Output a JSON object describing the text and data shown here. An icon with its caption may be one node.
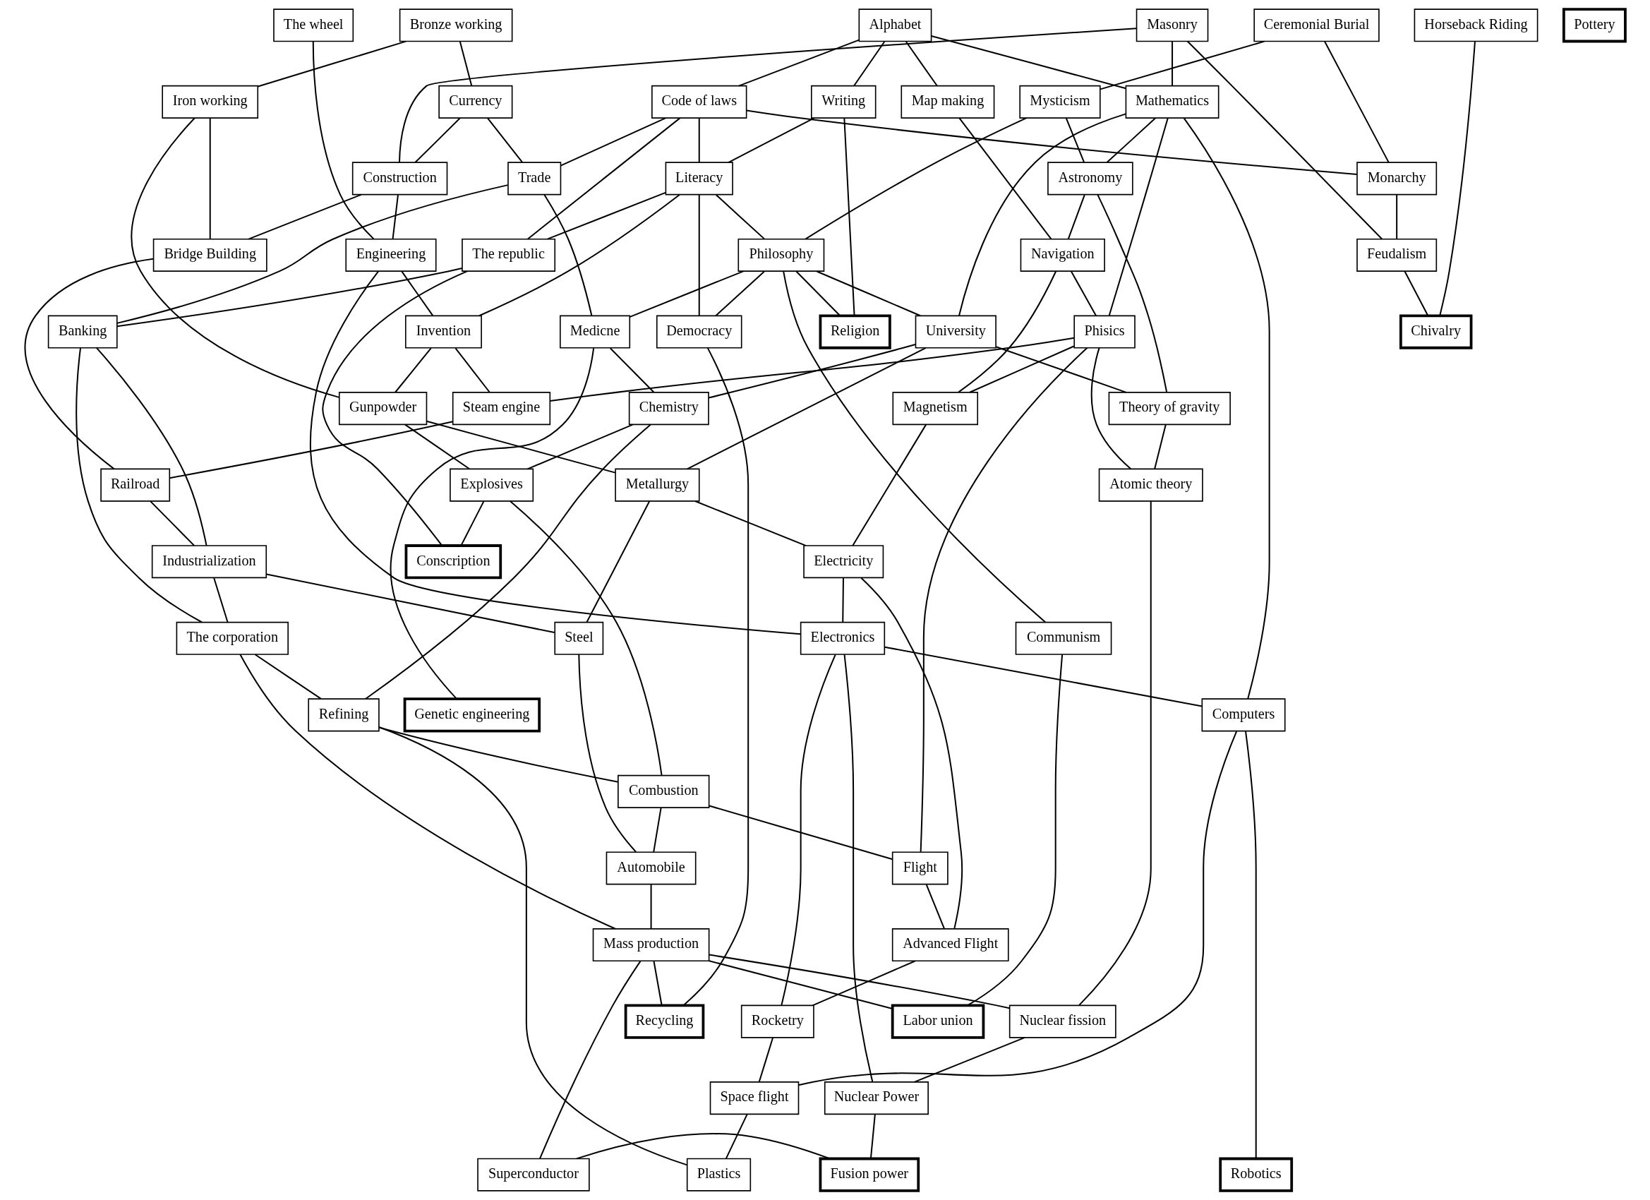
{
  "diagram": {
    "nodes": [
      {
        "text": [
          "The wheel"
        ]
      },
      {
        "text": [
          "Bronze working"
        ]
      },
      {
        "text": [
          "Horseback Riding"
        ]
      },
      {
        "text": [
          "Masonry"
        ]
      },
      {
        "text": [
          "Alphabet"
        ]
      },
      {
        "text": [
          "Ceremonial Burial"
        ]
      },
      {
        "text": [
          "Pottery"
        ]
      },
      {
        "text": [
          "Iron working"
        ]
      },
      {
        "text": [
          "Currency"
        ]
      },
      {
        "text": [
          "Mathematics"
        ]
      },
      {
        "text": [
          "Map making"
        ]
      },
      {
        "text": [
          "Code of laws"
        ]
      },
      {
        "text": [
          "Writing"
        ]
      },
      {
        "text": [
          "Mysticism"
        ]
      },
      {
        "text": [
          "Construction"
        ]
      },
      {
        "text": [
          "Astronomy"
        ]
      },
      {
        "text": [
          "Trade"
        ]
      },
      {
        "text": [
          "Monarchy"
        ]
      },
      {
        "text": [
          "Literacy"
        ]
      },
      {
        "text": [
          "Engineering"
        ]
      },
      {
        "text": [
          "Bridge Building"
        ]
      },
      {
        "text": [
          "Feudalism"
        ]
      },
      {
        "text": [
          "Navigation"
        ]
      },
      {
        "text": [
          "The republic"
        ]
      },
      {
        "text": [
          "Philosophy"
        ]
      },
      {
        "text": [
          "Invention"
        ]
      },
      {
        "text": [
          "Chivalry"
        ]
      },
      {
        "text": [
          "Phisics"
        ]
      },
      {
        "text": [
          "Banking"
        ]
      },
      {
        "text": [
          "Medicne"
        ]
      },
      {
        "text": [
          "Religion"
        ]
      },
      {
        "text": [
          "University"
        ]
      },
      {
        "text": [
          "Democracy"
        ]
      },
      {
        "text": [
          "Gunpowder"
        ]
      },
      {
        "text": [
          "Steam engine"
        ]
      },
      {
        "text": [
          "Magnetism"
        ]
      },
      {
        "text": [
          "Theory of gravity"
        ]
      },
      {
        "text": [
          "Chemistry"
        ]
      },
      {
        "text": [
          "Explosives"
        ]
      },
      {
        "text": [
          "Railroad"
        ]
      },
      {
        "text": [
          "Metallurgy"
        ]
      },
      {
        "text": [
          "Atomic theory"
        ]
      },
      {
        "text": [
          "Conscription"
        ]
      },
      {
        "text": [
          "Industrialization"
        ]
      },
      {
        "text": [
          "Electricity"
        ]
      },
      {
        "text": [
          "Steel"
        ]
      },
      {
        "text": [
          "The corporation"
        ]
      },
      {
        "text": [
          "Electronics"
        ]
      },
      {
        "text": [
          "Communism"
        ]
      },
      {
        "text": [
          "Computers"
        ]
      },
      {
        "text": [
          "Refining"
        ]
      },
      {
        "text": [
          "Genetic engineering"
        ]
      },
      {
        "text": [
          "Combustion"
        ]
      },
      {
        "text": [
          "Automobile"
        ]
      },
      {
        "text": [
          "Flight"
        ]
      },
      {
        "text": [
          "Mass production"
        ]
      },
      {
        "text": [
          "Advanced Flight"
        ]
      },
      {
        "text": [
          "Nuclear fission"
        ]
      },
      {
        "text": [
          "Recycling"
        ]
      },
      {
        "text": [
          "Labor union"
        ]
      },
      {
        "text": [
          "Rocketry"
        ]
      },
      {
        "text": [
          "Nuclear Power"
        ]
      },
      {
        "text": [
          "Space flight"
        ]
      },
      {
        "text": [
          "Plastics"
        ]
      },
      {
        "text": [
          "Fusion power"
        ]
      },
      {
        "text": [
          "Superconductor"
        ]
      },
      {
        "text": [
          "Robotics"
        ]
      }
    ],
    "edges": [
      {
        "from": 0,
        "to": 19,
        "arrow": "none"
      },
      {
        "from": 1,
        "to": 7,
        "arrow": "none"
      },
      {
        "from": 1,
        "to": 8,
        "arrow": "none"
      },
      {
        "from": 2,
        "to": 26,
        "arrow": "none"
      },
      {
        "from": 3,
        "to": 14,
        "arrow": "none"
      },
      {
        "from": 3,
        "to": 9,
        "arrow": "none"
      },
      {
        "from": 3,
        "to": 21,
        "arrow": "none"
      },
      {
        "from": 4,
        "to": 9,
        "arrow": "none"
      },
      {
        "from": 4,
        "to": 10,
        "arrow": "none"
      },
      {
        "from": 4,
        "to": 11,
        "arrow": "none"
      },
      {
        "from": 4,
        "to": 12,
        "arrow": "none"
      },
      {
        "from": 5,
        "to": 17,
        "arrow": "none"
      },
      {
        "from": 5,
        "to": 13,
        "arrow": "none"
      },
      {
        "from": 7,
        "to": 20,
        "arrow": "none"
      },
      {
        "from": 7,
        "to": 33,
        "arrow": "none"
      },
      {
        "from": 8,
        "to": 14,
        "arrow": "none"
      },
      {
        "from": 8,
        "to": 16,
        "arrow": "none"
      },
      {
        "from": 9,
        "to": 15,
        "arrow": "none"
      },
      {
        "from": 9,
        "to": 27,
        "arrow": "none"
      },
      {
        "from": 9,
        "to": 31,
        "arrow": "none"
      },
      {
        "from": 9,
        "to": 49,
        "arrow": "none"
      },
      {
        "from": 10,
        "to": 22,
        "arrow": "none"
      },
      {
        "from": 11,
        "to": 16,
        "arrow": "none"
      },
      {
        "from": 11,
        "to": 17,
        "arrow": "none"
      },
      {
        "from": 11,
        "to": 23,
        "arrow": "none"
      },
      {
        "from": 11,
        "to": 18,
        "arrow": "none"
      },
      {
        "from": 12,
        "to": 18,
        "arrow": "none"
      },
      {
        "from": 12,
        "to": 30,
        "arrow": "none"
      },
      {
        "from": 13,
        "to": 15,
        "arrow": "none"
      },
      {
        "from": 13,
        "to": 24,
        "arrow": "none"
      },
      {
        "from": 14,
        "to": 19,
        "arrow": "none"
      },
      {
        "from": 14,
        "to": 20,
        "arrow": "none"
      },
      {
        "from": 15,
        "to": 22,
        "arrow": "none"
      },
      {
        "from": 15,
        "to": 36,
        "arrow": "none"
      },
      {
        "from": 16,
        "to": 28,
        "arrow": "none"
      },
      {
        "from": 16,
        "to": 29,
        "arrow": "none"
      },
      {
        "from": 17,
        "to": 21,
        "arrow": "none"
      },
      {
        "from": 18,
        "to": 25,
        "arrow": "none"
      },
      {
        "from": 18,
        "to": 23,
        "arrow": "none"
      },
      {
        "from": 18,
        "to": 24,
        "arrow": "none"
      },
      {
        "from": 18,
        "to": 32,
        "arrow": "none"
      },
      {
        "from": 19,
        "to": 25,
        "arrow": "none"
      },
      {
        "from": 19,
        "to": 47,
        "arrow": "none"
      },
      {
        "from": 20,
        "to": 39,
        "arrow": "none"
      },
      {
        "from": 21,
        "to": 26,
        "arrow": "none"
      },
      {
        "from": 22,
        "to": 27,
        "arrow": "none"
      },
      {
        "from": 22,
        "to": 35,
        "arrow": "none"
      },
      {
        "from": 23,
        "to": 28,
        "arrow": "none"
      },
      {
        "from": 23,
        "to": 42,
        "arrow": "none"
      },
      {
        "from": 24,
        "to": 30,
        "arrow": "none"
      },
      {
        "from": 24,
        "to": 31,
        "arrow": "none"
      },
      {
        "from": 24,
        "to": 32,
        "arrow": "none"
      },
      {
        "from": 24,
        "to": 29,
        "arrow": "none"
      },
      {
        "from": 24,
        "to": 48,
        "arrow": "none"
      },
      {
        "from": 25,
        "to": 33,
        "arrow": "none"
      },
      {
        "from": 25,
        "to": 34,
        "arrow": "none"
      },
      {
        "from": 27,
        "to": 35,
        "arrow": "none"
      },
      {
        "from": 27,
        "to": 41,
        "arrow": "none"
      },
      {
        "from": 27,
        "to": 34,
        "arrow": "none"
      },
      {
        "from": 27,
        "to": 54,
        "arrow": "none"
      },
      {
        "from": 28,
        "to": 43,
        "arrow": "none"
      },
      {
        "from": 28,
        "to": 46,
        "arrow": "none"
      },
      {
        "from": 29,
        "to": 37,
        "arrow": "none"
      },
      {
        "from": 29,
        "to": 51,
        "arrow": "none"
      },
      {
        "from": 31,
        "to": 37,
        "arrow": "none"
      },
      {
        "from": 31,
        "to": 36,
        "arrow": "none"
      },
      {
        "from": 31,
        "to": 40,
        "arrow": "none"
      },
      {
        "from": 33,
        "to": 38,
        "arrow": "none"
      },
      {
        "from": 33,
        "to": 40,
        "arrow": "none"
      },
      {
        "from": 34,
        "to": 39,
        "arrow": "none"
      },
      {
        "from": 35,
        "to": 44,
        "arrow": "none"
      },
      {
        "from": 36,
        "to": 41,
        "arrow": "none"
      },
      {
        "from": 37,
        "to": 38,
        "arrow": "none"
      },
      {
        "from": 37,
        "to": 50,
        "arrow": "none"
      },
      {
        "from": 38,
        "to": 42,
        "arrow": "none"
      },
      {
        "from": 38,
        "to": 52,
        "arrow": "none"
      },
      {
        "from": 39,
        "to": 43,
        "arrow": "none"
      },
      {
        "from": 40,
        "to": 44,
        "arrow": "none"
      },
      {
        "from": 40,
        "to": 45,
        "arrow": "none"
      },
      {
        "from": 41,
        "to": 57,
        "arrow": "none"
      },
      {
        "from": 43,
        "to": 45,
        "arrow": "none"
      },
      {
        "from": 43,
        "to": 46,
        "arrow": "none"
      },
      {
        "from": 44,
        "to": 47,
        "arrow": "none"
      },
      {
        "from": 44,
        "to": 56,
        "arrow": "none"
      },
      {
        "from": 45,
        "to": 53,
        "arrow": "none"
      },
      {
        "from": 46,
        "to": 55,
        "arrow": "none"
      },
      {
        "from": 46,
        "to": 50,
        "arrow": "none"
      },
      {
        "from": 47,
        "to": 49,
        "arrow": "none"
      },
      {
        "from": 47,
        "to": 61,
        "arrow": "none"
      },
      {
        "from": 47,
        "to": 60,
        "arrow": "none"
      },
      {
        "from": 32,
        "to": 58,
        "arrow": "none"
      },
      {
        "from": 48,
        "to": 59,
        "arrow": "none"
      },
      {
        "from": 49,
        "to": 62,
        "arrow": "none"
      },
      {
        "from": 49,
        "to": 66,
        "arrow": "none"
      },
      {
        "from": 50,
        "to": 52,
        "arrow": "none"
      },
      {
        "from": 50,
        "to": 63,
        "arrow": "none"
      },
      {
        "from": 52,
        "to": 53,
        "arrow": "none"
      },
      {
        "from": 52,
        "to": 54,
        "arrow": "none"
      },
      {
        "from": 53,
        "to": 55,
        "arrow": "none"
      },
      {
        "from": 54,
        "to": 56,
        "arrow": "none"
      },
      {
        "from": 55,
        "to": 57,
        "arrow": "none"
      },
      {
        "from": 55,
        "to": 58,
        "arrow": "none"
      },
      {
        "from": 55,
        "to": 59,
        "arrow": "none"
      },
      {
        "from": 55,
        "to": 65,
        "arrow": "none"
      },
      {
        "from": 56,
        "to": 60,
        "arrow": "none"
      },
      {
        "from": 57,
        "to": 61,
        "arrow": "none"
      },
      {
        "from": 60,
        "to": 62,
        "arrow": "none"
      },
      {
        "from": 61,
        "to": 64,
        "arrow": "none"
      },
      {
        "from": 65,
        "to": 64,
        "arrow": "none"
      },
      {
        "from": 62,
        "to": 63,
        "arrow": "none"
      }
    ]
  }
}
